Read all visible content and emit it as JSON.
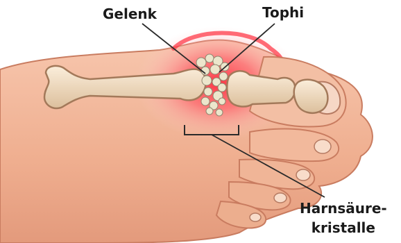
{
  "labels": {
    "joint": "Gelenk",
    "tophi": "Tophi",
    "crystals_line1": "Harnsäure-",
    "crystals_line2": "kristalle"
  },
  "colors": {
    "skin": "#f2b799",
    "skin_shadow": "#d98f73",
    "skin_highlight": "#f9d3bf",
    "bone": "#f1dcc0",
    "bone_outline": "#a3795a",
    "inflammation": "#ff3b4a",
    "tophi_crystal": "#e8e2c8",
    "leader_line": "#2a2a2a"
  },
  "icons": [
    "foot-illustration",
    "metatarsal-bone",
    "toe-phalanx-bones",
    "inflamed-joint",
    "uric-acid-crystal-cluster"
  ]
}
